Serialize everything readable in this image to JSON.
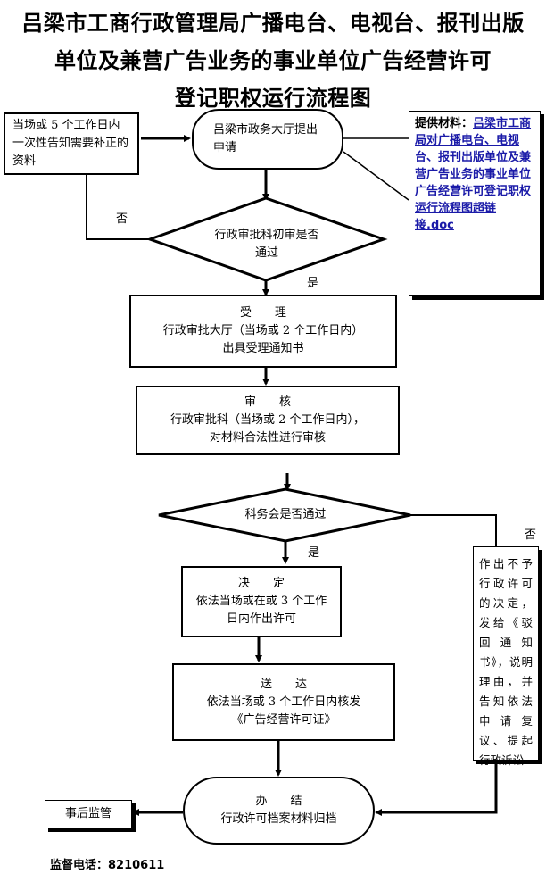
{
  "title": {
    "line1": "吕梁市工商行政管理局广播电台、电视台、报刊出版",
    "line2": "单位及兼营广告业务的事业单位广告经营许可",
    "line3": "登记职权运行流程图"
  },
  "nodes": {
    "notify_box": "当场或 5 个工作日内一次性告知需要补正的资料",
    "apply": "吕梁市政务大厅提出申请",
    "materials_label": "提供材料：",
    "materials_link": "吕梁市工商局对广播电台、电视台、报刊出版单位及兼营广告业务的事业单位广告经营许可登记职权运行流程图超链接.doc",
    "initial_review": "行政审批科初审是否通过",
    "accept_title": "受　　理",
    "accept_line1": "行政审批大厅（当场或 2 个工作日内）",
    "accept_line2": "出具受理通知书",
    "review_title": "审　　核",
    "review_line1": "行政审批科（当场或 2 个工作日内），",
    "review_line2": "对材料合法性进行审核",
    "meeting": "科务会是否通过",
    "decide_title": "决　　定",
    "decide_line1": "依法当场或在或 3 个工作",
    "decide_line2": "日内作出许可",
    "deliver_title": "送　　达",
    "deliver_line1": "依法当场或 3 个工作日内核发",
    "deliver_line2": "《广告经营许可证》",
    "finish_title": "办　　结",
    "finish_line1": "行政许可档案材料归档",
    "reject_box": "作出不予行政许可的决定，发给《驳回通知书》，说明理由，并告知依法申请复议、提起行政诉讼",
    "post_supervision": "事后监管"
  },
  "labels": {
    "no1": "否",
    "yes1": "是",
    "yes2": "是",
    "no2": "否"
  },
  "footer": {
    "phone": "监督电话：8210611"
  }
}
